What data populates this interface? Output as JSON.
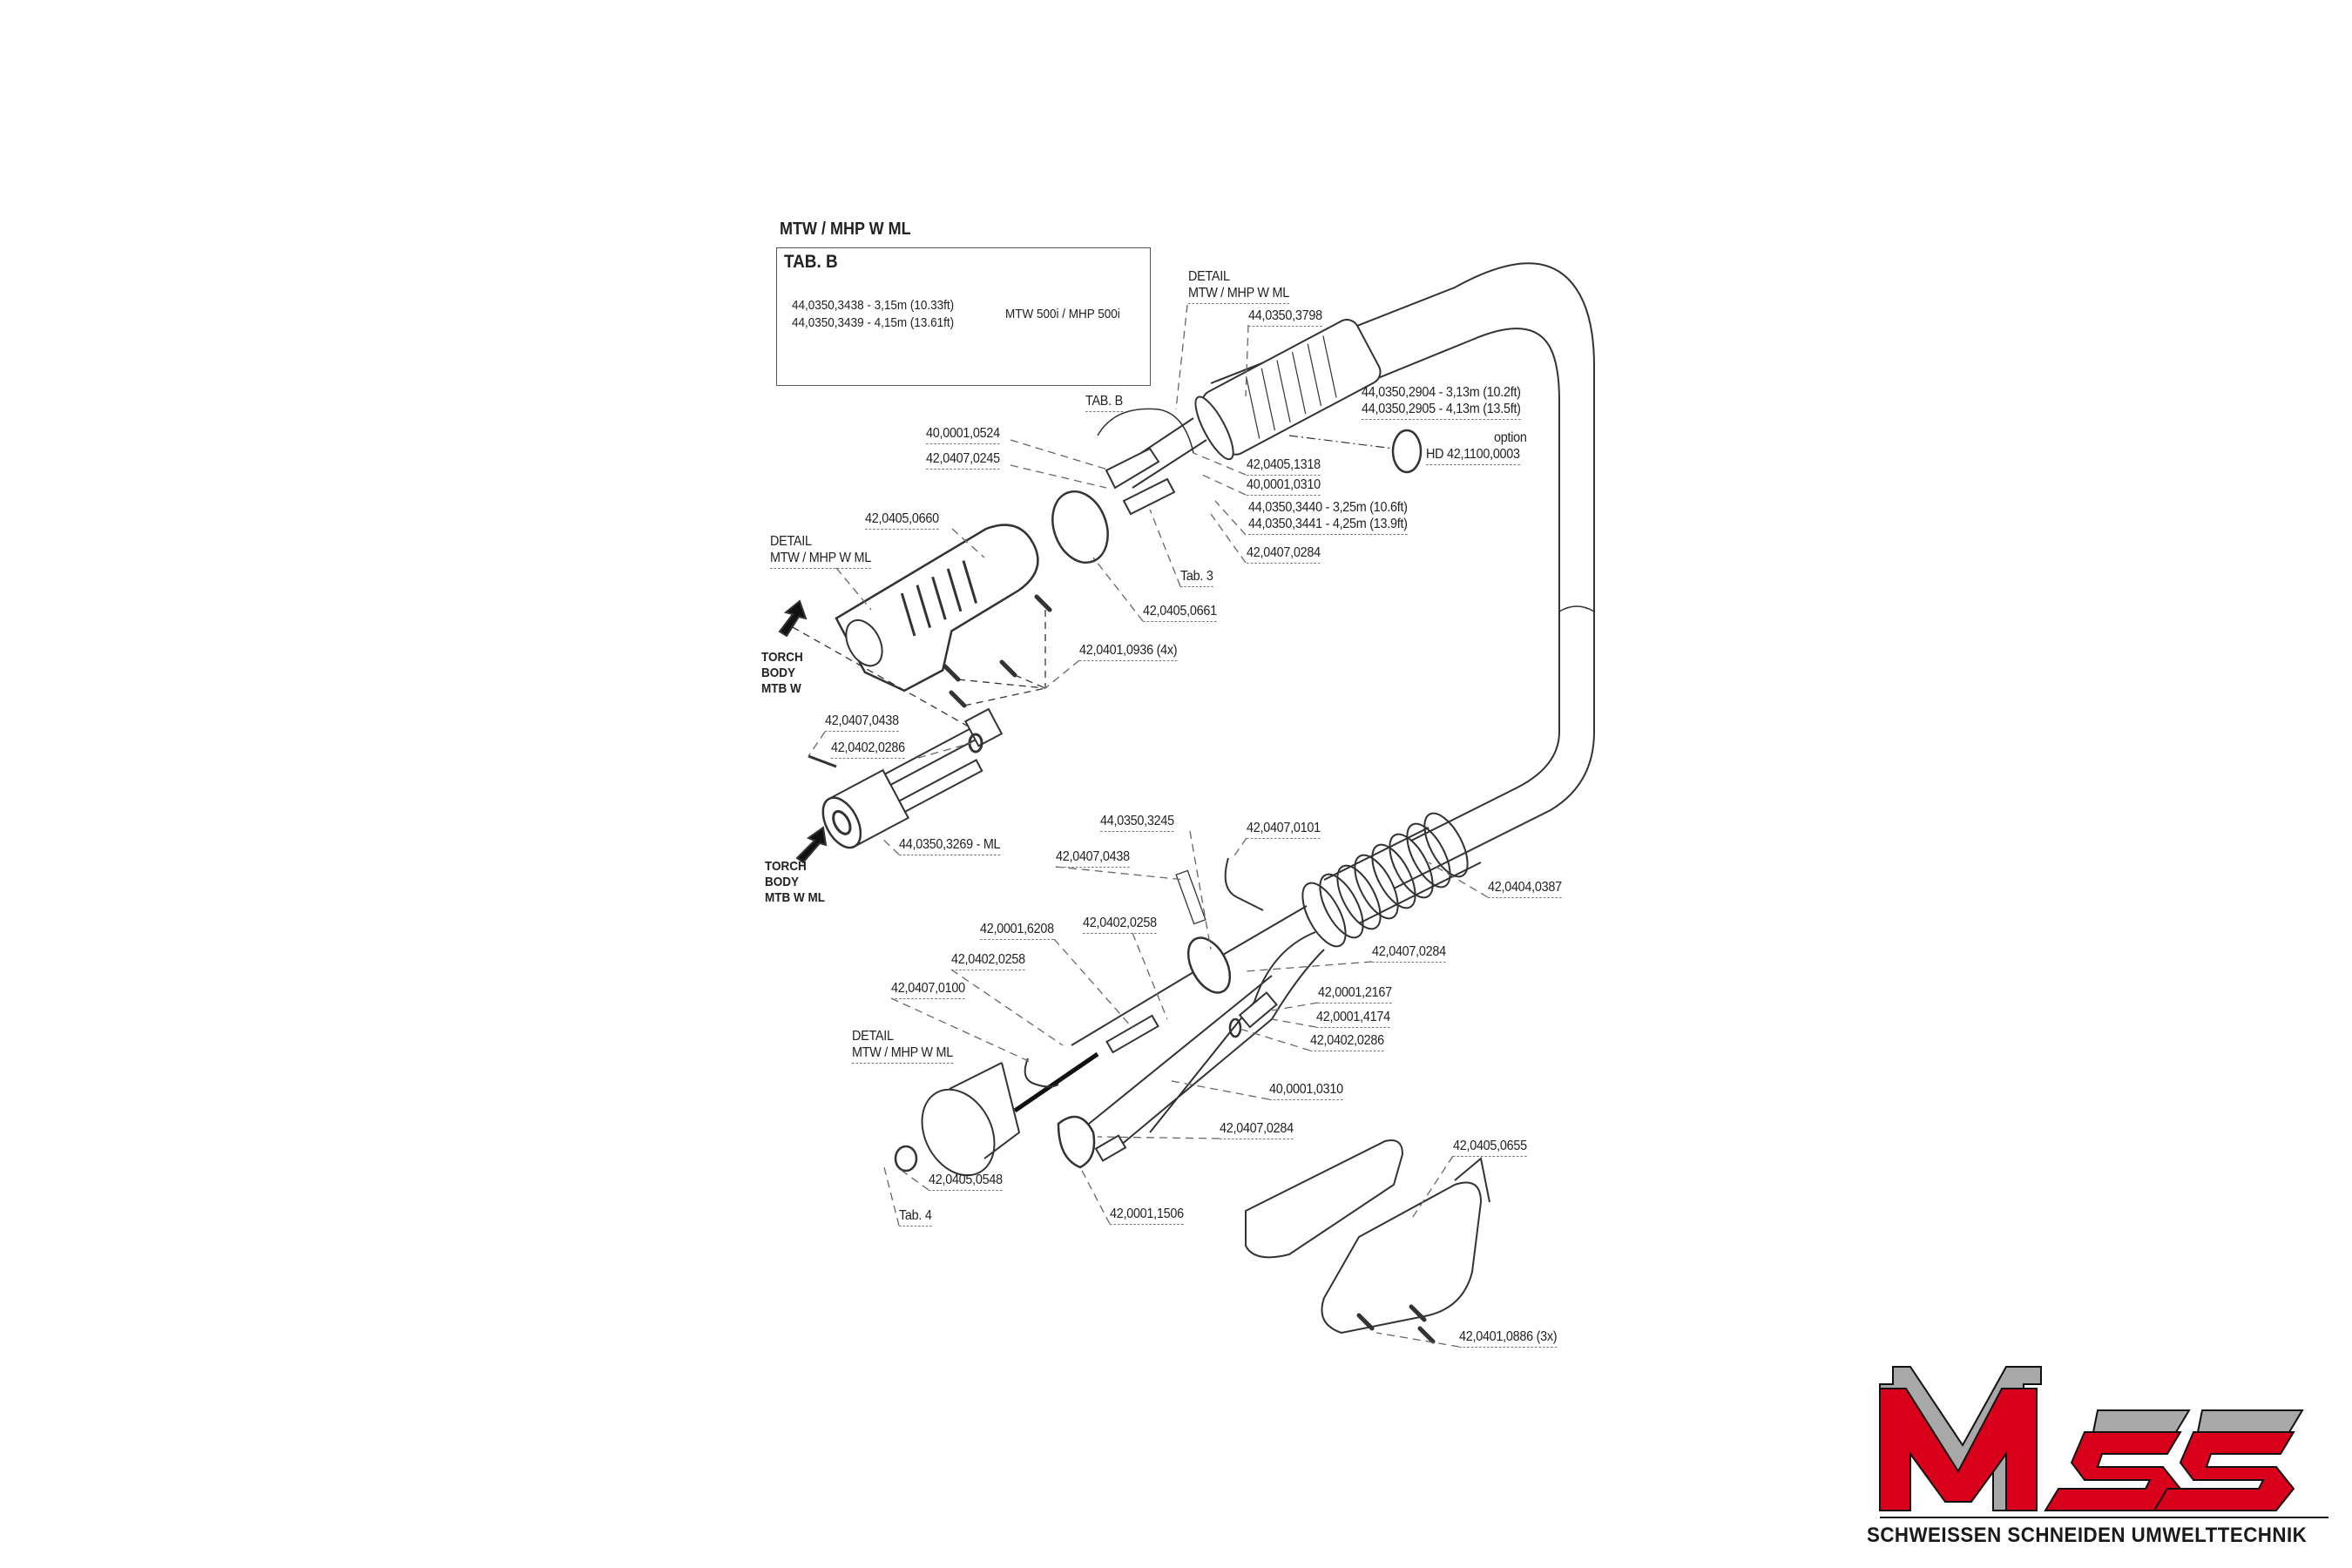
{
  "title": "MTW / MHP W ML",
  "tab_b": {
    "heading": "TAB. B",
    "rows": [
      "44,0350,3438 - 3,15m (10.33ft)",
      "44,0350,3439 - 4,15m (13.61ft)"
    ],
    "model": "MTW 500i / MHP 500i"
  },
  "detail": {
    "line1": "DETAIL",
    "line2": "MTW / MHP W ML"
  },
  "torch_body_w": [
    "TORCH",
    "BODY",
    "MTB W"
  ],
  "torch_body_wml": [
    "TORCH",
    "BODY",
    "MTB W ML"
  ],
  "labels": {
    "l3798": "44,0350,3798",
    "l2904": "44,0350,2904  - 3,13m (10.2ft)",
    "l2905": "44,0350,2905  - 4,13m (13.5ft)",
    "option": "option",
    "hd": "HD 42,1100,0003",
    "tabb_ref": "TAB. B",
    "l0524": "40,0001,0524",
    "l0245": "42,0407,0245",
    "l1318": "42,0405,1318",
    "l0310a": "40,0001,0310",
    "l3440": "44,0350,3440 - 3,25m (10.6ft)",
    "l3441": "44,0350,3441 - 4,25m (13.9ft)",
    "l0284a": "42,0407,0284",
    "tab3": "Tab. 3",
    "l0660": "42,0405,0660",
    "l0661": "42,0405,0661",
    "l0936": "42,0401,0936  (4x)",
    "l0438a": "42,0407,0438",
    "l0286a": "42,0402,0286",
    "l3269": "44,0350,3269 - ML",
    "l3245": "44,0350,3245",
    "l0101": "42,0407,0101",
    "l0438b": "42,0407,0438",
    "l0387": "42,0404,0387",
    "l6208": "42,0001,6208",
    "l0258a": "42,0402,0258",
    "l0284b": "42,0407,0284",
    "l0258b": "42,0402,0258",
    "l0100": "42,0407,0100",
    "l2167": "42,0001,2167",
    "l4174": "42,0001,4174",
    "l0286b": "42,0402,0286",
    "l0310b": "40,0001,0310",
    "l0284c": "42,0407,0284",
    "l0655": "42,0405,0655",
    "l0548": "42,0405,0548",
    "l1506": "42,0001,1506",
    "tab4": "Tab. 4",
    "l0886": "42,0401,0886 (3x)"
  },
  "logo": {
    "letters": "MSS",
    "tagline": "SCHWEISSEN SCHNEIDEN UMWELTTECHNIK",
    "red": "#d9001b",
    "gray": "#a8a8a8"
  }
}
